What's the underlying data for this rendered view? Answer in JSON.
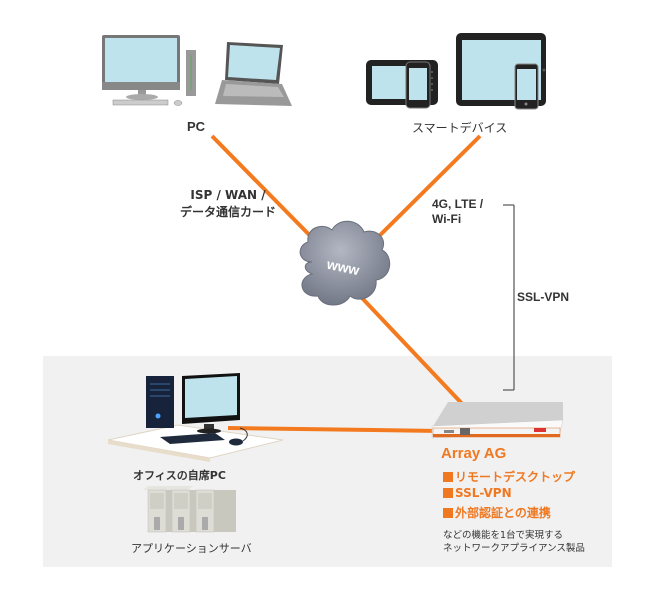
{
  "colors": {
    "link_line": "#f47a20",
    "accent_text": "#f07820",
    "office_background": "#f1f1f1",
    "screen": "#bfe3ec",
    "cloud": "#8a8f9c",
    "bracket": "#555555"
  },
  "nodes": {
    "pc": {
      "label": "PC",
      "icons": [
        "desktop-computer-icon",
        "laptop-icon"
      ]
    },
    "smart_devices": {
      "label": "スマートデバイス",
      "icons": [
        "tablet-landscape-icon",
        "smartphone-icon",
        "tablet-icon"
      ]
    },
    "internet": {
      "label": "www",
      "icon": "cloud-icon"
    },
    "office_pc": {
      "label": "オフィスの自席PC",
      "icon": "office-desktop-icon"
    },
    "app_server": {
      "label": "アプリケーションサーバ",
      "icon": "server-rack-icon"
    },
    "appliance": {
      "label": "Array AG",
      "icon": "network-appliance-icon",
      "features": [
        "リモートデスクトップ",
        "SSL-VPN",
        "外部認証との連携"
      ],
      "feature_bullet": "■",
      "description_lines": [
        "などの機能を1台で実現する",
        "ネットワークアプライアンス製品"
      ]
    }
  },
  "connections": {
    "pc_link": {
      "label_lines": [
        "ISP / WAN /",
        "データ通信カード"
      ]
    },
    "smart_link": {
      "label_lines": [
        "4G, LTE /",
        "Wi-Fi"
      ]
    },
    "tunnel": {
      "label": "SSL-VPN"
    }
  }
}
